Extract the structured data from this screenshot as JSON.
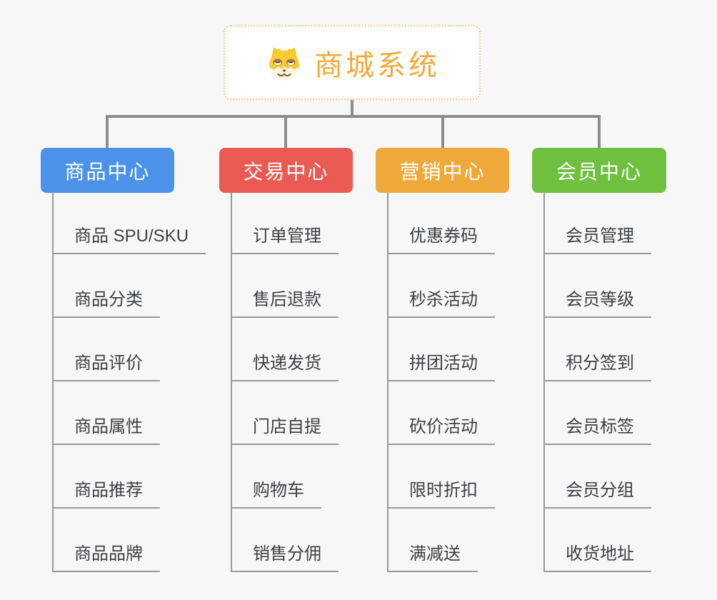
{
  "root": {
    "title": "商城系统",
    "icon": "dog-face-icon",
    "title_color": "#f4a938",
    "border_color": "#f6c87e"
  },
  "branches": [
    {
      "label": "商品中心",
      "color": "#4b92e8",
      "items": [
        "商品 SPU/SKU",
        "商品分类",
        "商品评价",
        "商品属性",
        "商品推荐",
        "商品品牌"
      ]
    },
    {
      "label": "交易中心",
      "color": "#e85a52",
      "items": [
        "订单管理",
        "售后退款",
        "快递发货",
        "门店自提",
        "购物车",
        "销售分佣"
      ]
    },
    {
      "label": "营销中心",
      "color": "#efa93a",
      "items": [
        "优惠券码",
        "秒杀活动",
        "拼团活动",
        "砍价活动",
        "限时折扣",
        "满减送"
      ]
    },
    {
      "label": "会员中心",
      "color": "#70c040",
      "items": [
        "会员管理",
        "会员等级",
        "积分签到",
        "会员标签",
        "会员分组",
        "收货地址"
      ]
    }
  ],
  "colors": {
    "background": "#f7f7f7",
    "main_connector": "#8c8c8c",
    "leaf_connector": "#999999",
    "leaf_text": "#3d4044"
  }
}
